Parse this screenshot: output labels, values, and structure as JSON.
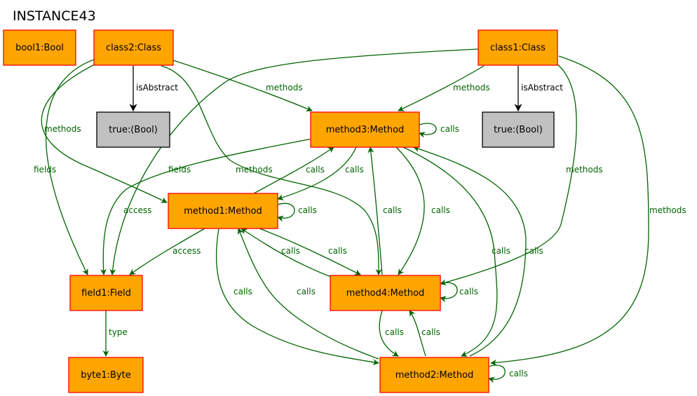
{
  "title": "INSTANCE43",
  "colors": {
    "node_fill": "#ffa500",
    "node_stroke": "#ff0000",
    "value_fill": "#c0c0c0",
    "value_stroke": "#000000",
    "edge_green": "#006400",
    "edge_black": "#000000"
  },
  "nodes": {
    "bool1": "bool1:Bool",
    "class2": "class2:Class",
    "class1": "class1:Class",
    "true_a": "true:(Bool)",
    "true_b": "true:(Bool)",
    "method3": "method3:Method",
    "method1": "method1:Method",
    "field1": "field1:Field",
    "method4": "method4:Method",
    "byte1": "byte1:Byte",
    "method2": "method2:Method"
  },
  "edges": [
    {
      "from": "class2",
      "to": "true_a",
      "label": "isAbstract"
    },
    {
      "from": "class1",
      "to": "true_b",
      "label": "isAbstract"
    },
    {
      "from": "class2",
      "to": "method3",
      "label": "methods"
    },
    {
      "from": "class1",
      "to": "method3",
      "label": "methods"
    },
    {
      "from": "class2",
      "to": "method1",
      "label": "methods"
    },
    {
      "from": "class2",
      "to": "field1",
      "label": "fields"
    },
    {
      "from": "class1",
      "to": "field1",
      "label": "fields"
    },
    {
      "from": "class2",
      "to": "method4",
      "label": "methods"
    },
    {
      "from": "class1",
      "to": "method4",
      "label": "methods"
    },
    {
      "from": "class1",
      "to": "method2",
      "label": "methods"
    },
    {
      "from": "method3",
      "to": "method3",
      "label": "calls"
    },
    {
      "from": "method3",
      "to": "field1",
      "label": "access"
    },
    {
      "from": "method1",
      "to": "method3",
      "label": "calls"
    },
    {
      "from": "method3",
      "to": "method1",
      "label": "calls"
    },
    {
      "from": "method1",
      "to": "method1",
      "label": "calls"
    },
    {
      "from": "method1",
      "to": "field1",
      "label": "access"
    },
    {
      "from": "method4",
      "to": "method3",
      "label": "calls"
    },
    {
      "from": "method3",
      "to": "method4",
      "label": "calls"
    },
    {
      "from": "method4",
      "to": "method1",
      "label": "calls"
    },
    {
      "from": "method1",
      "to": "method4",
      "label": "calls"
    },
    {
      "from": "method3",
      "to": "method2",
      "label": "calls"
    },
    {
      "from": "method2",
      "to": "method3",
      "label": "calls"
    },
    {
      "from": "method4",
      "to": "method4",
      "label": "calls"
    },
    {
      "from": "method2",
      "to": "method1",
      "label": "calls"
    },
    {
      "from": "method1",
      "to": "method2",
      "label": "calls"
    },
    {
      "from": "method4",
      "to": "method2",
      "label": "calls"
    },
    {
      "from": "method2",
      "to": "method4",
      "label": "calls"
    },
    {
      "from": "field1",
      "to": "byte1",
      "label": "type"
    },
    {
      "from": "method2",
      "to": "method2",
      "label": "calls"
    }
  ]
}
